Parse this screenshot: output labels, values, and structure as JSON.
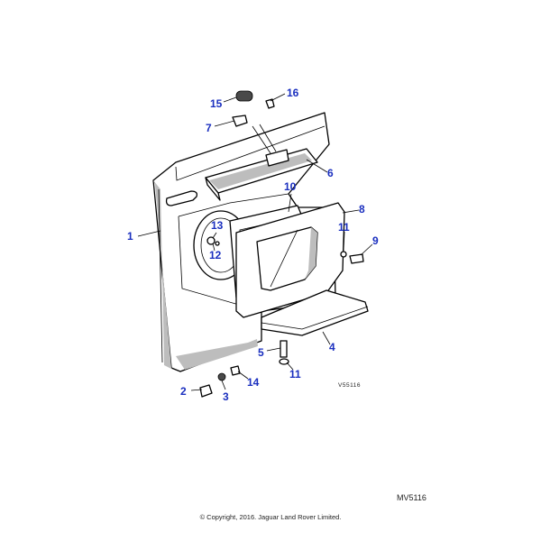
{
  "figure": {
    "drawing_reference": "V55116",
    "diagram_code": "MV5116",
    "copyright": "© Copyright, 2016. Jaguar Land Rover Limited."
  },
  "callouts": [
    "1",
    "2",
    "3",
    "4",
    "5",
    "6",
    "7",
    "8",
    "9",
    "10",
    "11",
    "11",
    "12",
    "13",
    "14",
    "15",
    "16"
  ],
  "colors": {
    "callout_text": "#1a2fbf",
    "line_art": "#000000",
    "shading": "#bdbdbd",
    "background": "#ffffff"
  }
}
